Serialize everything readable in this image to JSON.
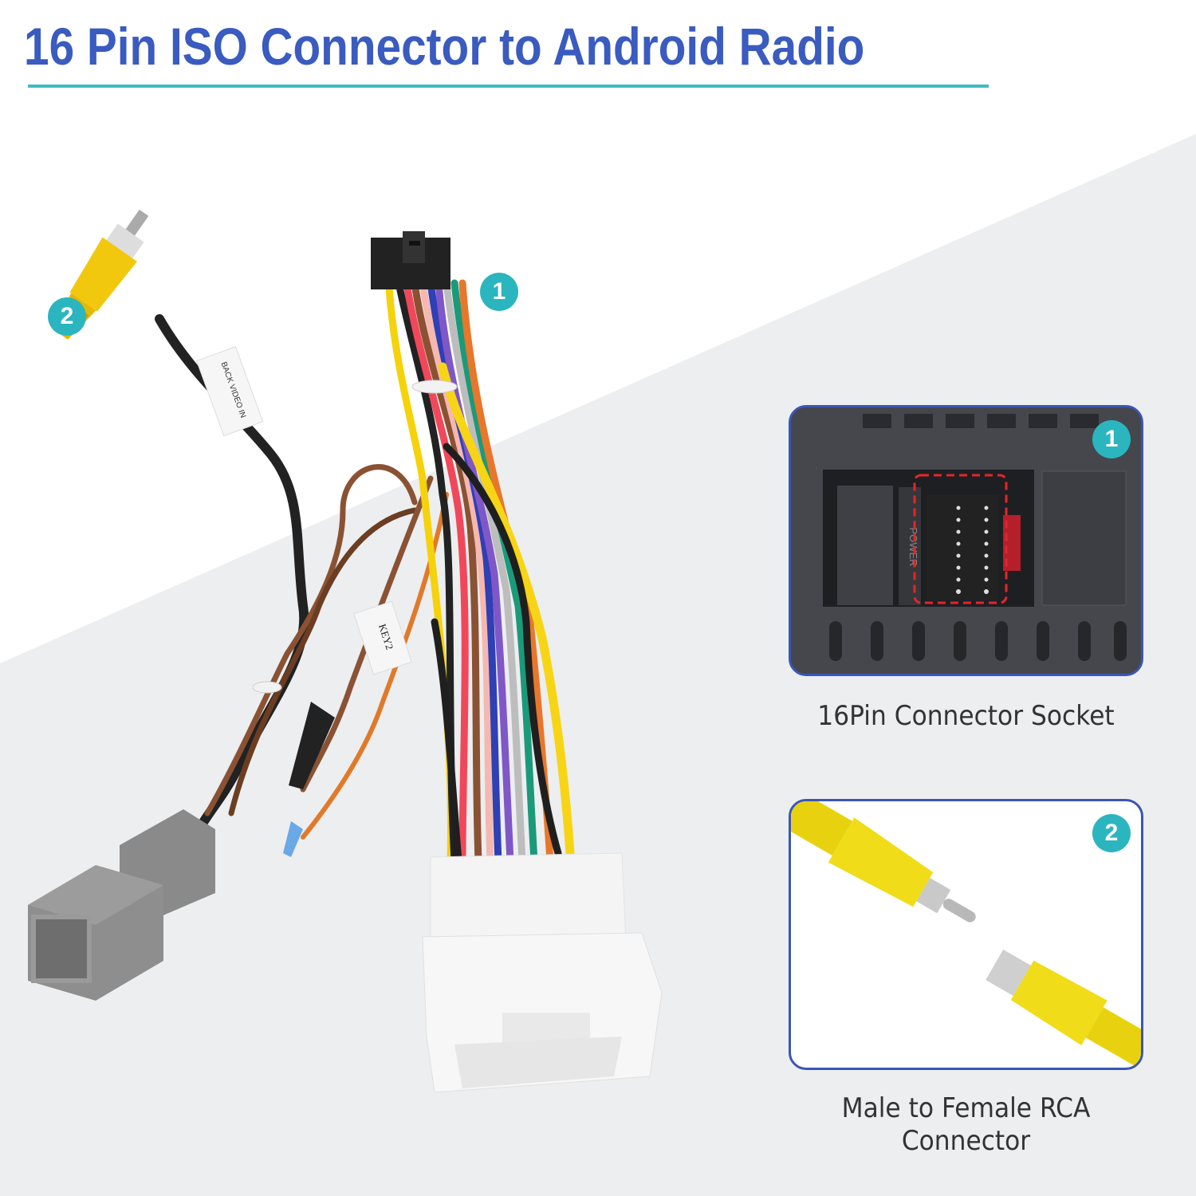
{
  "header": {
    "title": "16 Pin ISO Connector to Android Radio"
  },
  "colors": {
    "title": "#3a5bbf",
    "underline": "#3fbcc4",
    "badge": "#2bb5bf",
    "panel_border": "#3b56b4",
    "caption": "#333333",
    "background_gray": "#eceef0"
  },
  "product": {
    "callouts": [
      {
        "number": "1",
        "target": "16-pin connector"
      },
      {
        "number": "2",
        "target": "RCA plug"
      }
    ],
    "labels": {
      "rca_tag": "BACK VIDEO IN",
      "key_tag": "KEY2"
    }
  },
  "insets": [
    {
      "badge": "1",
      "caption": "16Pin Connector Socket",
      "socket_label": "POWER"
    },
    {
      "badge": "2",
      "caption_line1": "Male to Female RCA",
      "caption_line2": "Connector"
    }
  ]
}
